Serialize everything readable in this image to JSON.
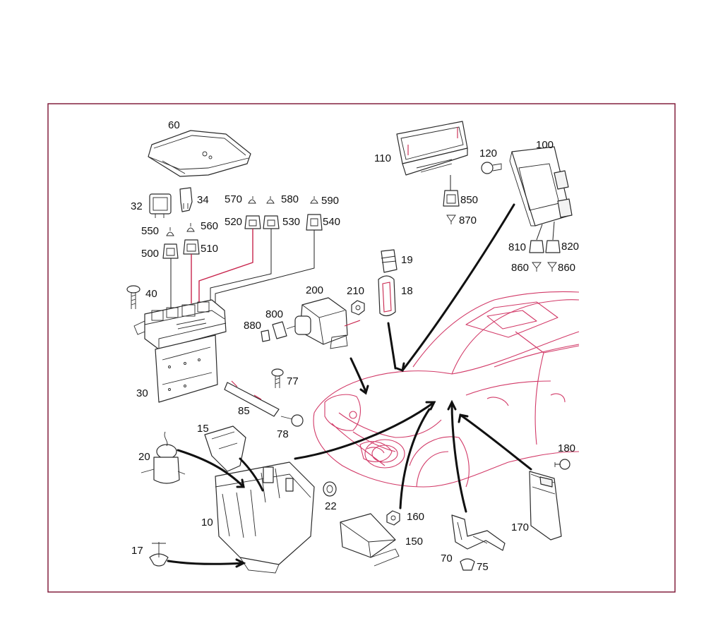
{
  "labels": {
    "l60": "60",
    "l32": "32",
    "l34": "34",
    "l570": "570",
    "l580": "580",
    "l590": "590",
    "l520": "520",
    "l530": "530",
    "l540": "540",
    "l550": "550",
    "l560": "560",
    "l500": "500",
    "l510": "510",
    "l40": "40",
    "l30": "30",
    "l110": "110",
    "l850": "850",
    "l870": "870",
    "l120": "120",
    "l100": "100",
    "l810": "810",
    "l820": "820",
    "l860a": "860",
    "l860b": "860",
    "l19": "19",
    "l18": "18",
    "l200": "200",
    "l210": "210",
    "l800": "800",
    "l880": "880",
    "l77": "77",
    "l85": "85",
    "l78": "78",
    "l15": "15",
    "l20": "20",
    "l10": "10",
    "l17": "17",
    "l22": "22",
    "l160": "160",
    "l150": "150",
    "l70": "70",
    "l75": "75",
    "l180": "180",
    "l170": "170"
  },
  "colors": {
    "frame": "#7a1030",
    "highlight": "#c8244c",
    "vehicle": "#d23a68",
    "line": "#2a2a2a"
  }
}
